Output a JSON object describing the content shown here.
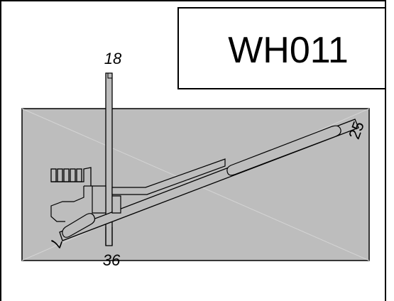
{
  "airport": {
    "id": "WH011"
  },
  "runways": {
    "north_end": "18",
    "south_end": "36",
    "northeast_end": "25",
    "southwest_end": "7"
  },
  "colors": {
    "border": "#000000",
    "background": "#ffffff",
    "airport_area": "#bdbdbd",
    "pavement": "#bdbdbd",
    "diagonal": "#d0d0d0"
  }
}
